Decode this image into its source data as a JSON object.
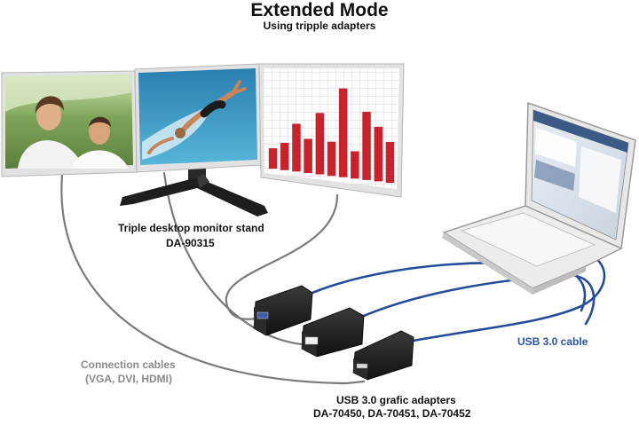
{
  "header": {
    "title": "Extended Mode",
    "subtitle": "Using tripple adapters"
  },
  "labels": {
    "stand_name": "Triple desktop monitor stand",
    "stand_code": "DA-90315",
    "usb_cable": "USB 3.0 cable",
    "connection_cables": "Connection cables",
    "connection_types": "(VGA, DVI, HDMI)",
    "adapters_name": "USB 3.0 grafic adapters",
    "adapters_codes": "DA-70450, DA-70451, DA-70452"
  },
  "colors": {
    "usb_cable": "#2a56a8",
    "connection_cable": "#777777",
    "bar_chart": "#c8232c",
    "monitor_frame": "#e2e2e2",
    "adapter_body": "#1c1c1c"
  },
  "chart_on_screen": {
    "values": [
      3,
      4,
      7,
      5,
      9,
      5,
      13,
      4,
      10,
      8,
      6
    ]
  }
}
